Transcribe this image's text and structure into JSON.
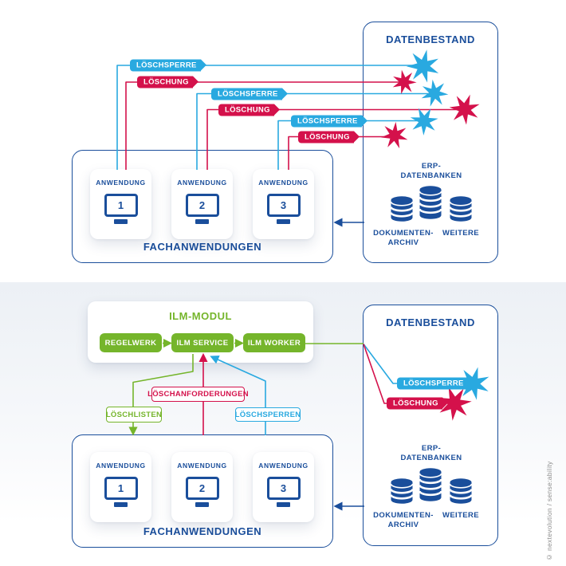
{
  "colors": {
    "dark_blue": "#1A4E9B",
    "light_blue": "#29A9E0",
    "red": "#D4114B",
    "green": "#75B52B",
    "credit_grey": "#8C8C8C"
  },
  "credit": {
    "text": "© nextevolution / sense:ability"
  },
  "top": {
    "datenbestand": {
      "title": "DATENBESTAND"
    },
    "tags": [
      {
        "label": "LÖSCHSPERRE"
      },
      {
        "label": "LÖSCHUNG"
      },
      {
        "label": "LÖSCHSPERRE"
      },
      {
        "label": "LÖSCHUNG"
      },
      {
        "label": "LÖSCHSPERRE"
      },
      {
        "label": "LÖSCHUNG"
      }
    ],
    "fach": {
      "title": "FACHANWENDUNGEN",
      "apps": [
        {
          "label": "ANWENDUNG",
          "number": "1"
        },
        {
          "label": "ANWENDUNG",
          "number": "2"
        },
        {
          "label": "ANWENDUNG",
          "number": "3"
        }
      ]
    },
    "databases": {
      "erp_line1": "ERP-",
      "erp_line2": "DATENBANKEN",
      "dok_line1": "DOKUMENTEN-",
      "dok_line2": "ARCHIV",
      "weitere": "WEITERE"
    }
  },
  "bottom": {
    "ilm": {
      "title": "ILM-MODUL",
      "buttons": [
        {
          "label": "REGELWERK"
        },
        {
          "label": "ILM SERVICE"
        },
        {
          "label": "ILM WORKER"
        }
      ]
    },
    "flow": {
      "loeschanforderungen": "LÖSCHANFORDERUNGEN",
      "loeschlisten": "LÖSCHLISTEN",
      "loeschsperren": "LÖSCHSPERREN"
    },
    "datenbestand": {
      "title": "DATENBESTAND"
    },
    "tags": [
      {
        "label": "LÖSCHSPERRE"
      },
      {
        "label": "LÖSCHUNG"
      }
    ],
    "fach": {
      "title": "FACHANWENDUNGEN",
      "apps": [
        {
          "label": "ANWENDUNG",
          "number": "1"
        },
        {
          "label": "ANWENDUNG",
          "number": "2"
        },
        {
          "label": "ANWENDUNG",
          "number": "3"
        }
      ]
    },
    "databases": {
      "erp_line1": "ERP-",
      "erp_line2": "DATENBANKEN",
      "dok_line1": "DOKUMENTEN-",
      "dok_line2": "ARCHIV",
      "weitere": "WEITERE"
    }
  }
}
